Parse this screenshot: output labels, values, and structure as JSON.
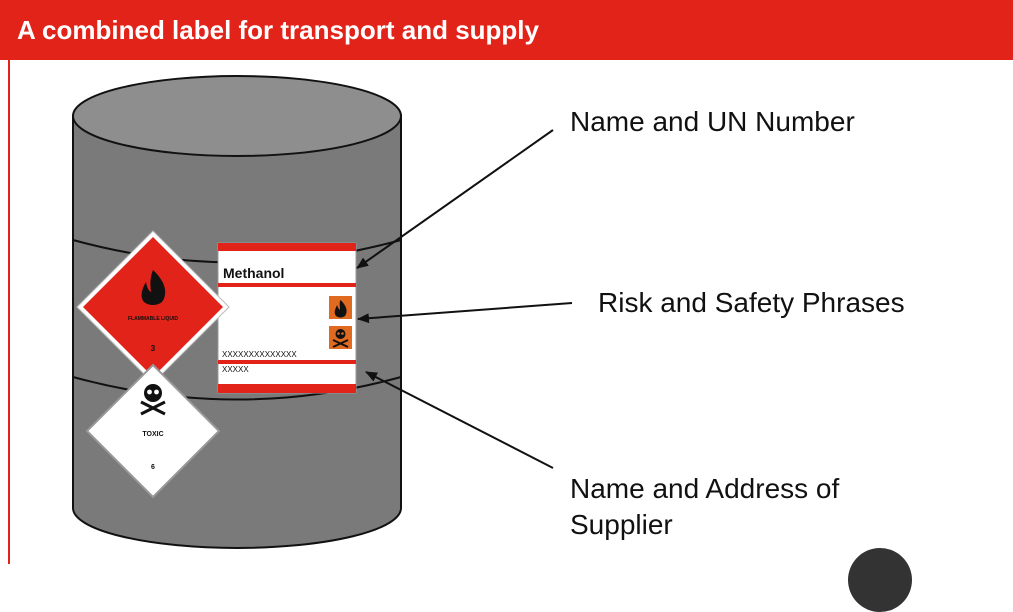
{
  "header": {
    "title": "A combined label for transport and supply"
  },
  "label": {
    "product_name": "Methanol",
    "supplier_placeholder": "XXXXXXXXXXXXXX",
    "address_placeholder": "XXXXX"
  },
  "hazard_diamonds": {
    "flammable": {
      "text": "FLAMMABLE LIQUID",
      "class_number": "3",
      "color": "#e2231a"
    },
    "toxic": {
      "text": "TOXIC",
      "class_number": "6",
      "color": "#ffffff"
    }
  },
  "label_pictograms": [
    "flame-icon",
    "skull-crossbones-icon"
  ],
  "callouts": {
    "name_un": "Name and UN Number",
    "risk_safety": "Risk and Safety Phrases",
    "supplier_line1": "Name and Address of",
    "supplier_line2": "Supplier"
  },
  "colors": {
    "accent": "#e2231a",
    "drum": "#7a7a7a",
    "pictogram": "#e06a1f"
  }
}
